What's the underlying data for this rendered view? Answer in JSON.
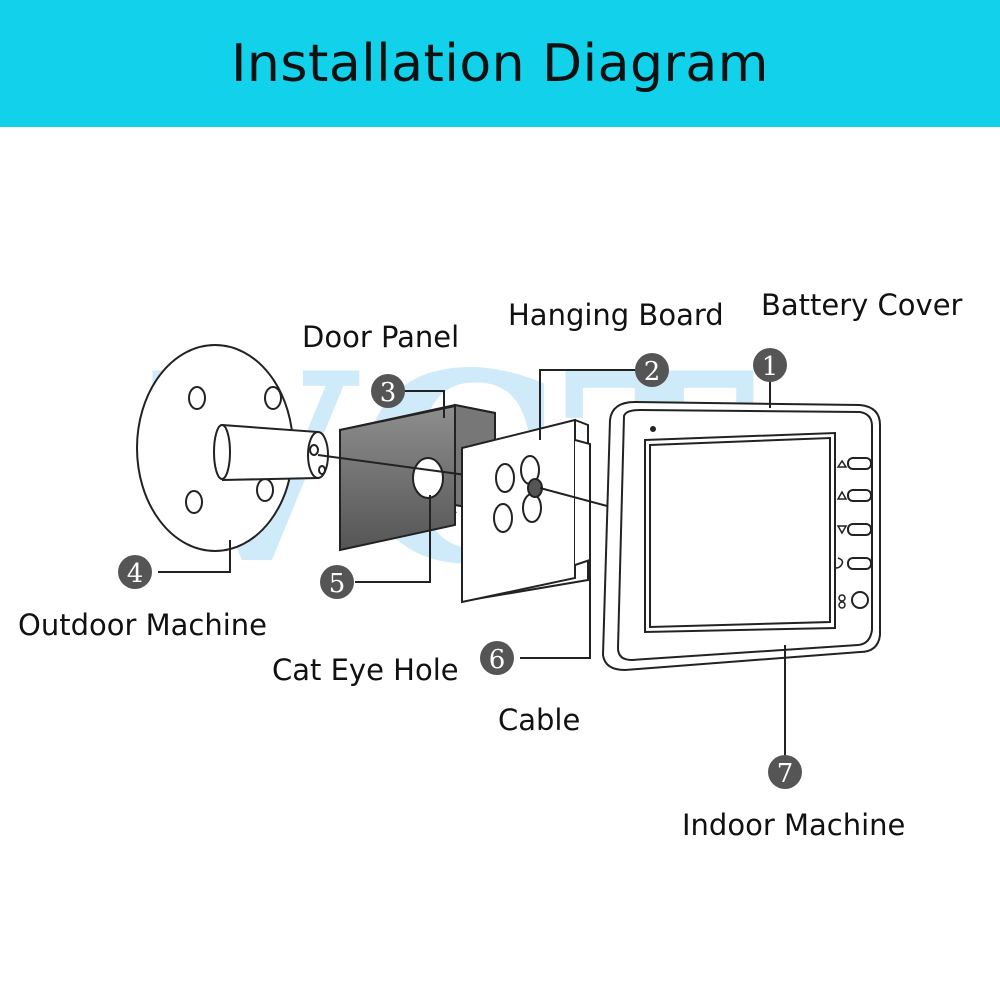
{
  "title": "Installation Diagram",
  "watermark": "VCT",
  "colors": {
    "header": "#11d2ea",
    "watermark": "#a9dcf5"
  },
  "callouts": [
    {
      "number": "1",
      "label": "Battery Cover"
    },
    {
      "number": "2",
      "label": "Hanging Board"
    },
    {
      "number": "3",
      "label": "Door Panel"
    },
    {
      "number": "4",
      "label": "Outdoor Machine"
    },
    {
      "number": "5",
      "label": "Cat Eye Hole"
    },
    {
      "number": "6",
      "label": "Cable"
    },
    {
      "number": "7",
      "label": "Indoor Machine"
    }
  ]
}
